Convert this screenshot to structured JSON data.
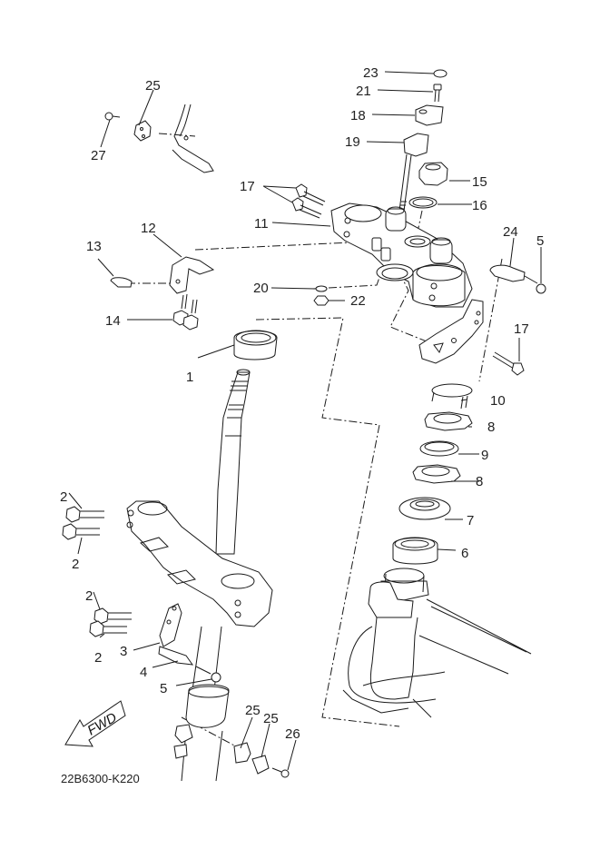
{
  "diagram": {
    "title": "Steering",
    "drawing_code": "22B6300-K220",
    "direction_arrow": "FWD",
    "callouts": [
      {
        "id": "c23",
        "number": "23",
        "part": "cap"
      },
      {
        "id": "c21",
        "number": "21",
        "part": "bolt"
      },
      {
        "id": "c18",
        "number": "18",
        "part": "handlebar-upper-holder"
      },
      {
        "id": "c19",
        "number": "19",
        "part": "handlebar-lower-holder"
      },
      {
        "id": "c15",
        "number": "15",
        "part": "steering-stem-nut"
      },
      {
        "id": "c16",
        "number": "16",
        "part": "washer"
      },
      {
        "id": "c17a",
        "number": "17",
        "part": "bolt"
      },
      {
        "id": "c11",
        "number": "11",
        "part": "upper-bracket"
      },
      {
        "id": "c24",
        "number": "24",
        "part": "clamp"
      },
      {
        "id": "c5a",
        "number": "5",
        "part": "bolt"
      },
      {
        "id": "c12",
        "number": "12",
        "part": "bracket"
      },
      {
        "id": "c13",
        "number": "13",
        "part": "clamp"
      },
      {
        "id": "c14",
        "number": "14",
        "part": "bolt"
      },
      {
        "id": "c20",
        "number": "20",
        "part": "washer"
      },
      {
        "id": "c22",
        "number": "22",
        "part": "nut"
      },
      {
        "id": "c17b",
        "number": "17",
        "part": "bolt"
      },
      {
        "id": "c1",
        "number": "1",
        "part": "bearing"
      },
      {
        "id": "c10",
        "number": "10",
        "part": "lock-washer"
      },
      {
        "id": "c8a",
        "number": "8",
        "part": "ring-nut"
      },
      {
        "id": "c9",
        "number": "9",
        "part": "rubber-washer"
      },
      {
        "id": "c8b",
        "number": "8",
        "part": "ring-nut"
      },
      {
        "id": "c7",
        "number": "7",
        "part": "bearing-cover"
      },
      {
        "id": "c6",
        "number": "6",
        "part": "bearing"
      },
      {
        "id": "c2a",
        "number": "2",
        "part": "bolt"
      },
      {
        "id": "c2b",
        "number": "2",
        "part": "bolt"
      },
      {
        "id": "c2c",
        "number": "2",
        "part": "bolt"
      },
      {
        "id": "c2d",
        "number": "2",
        "part": "bolt"
      },
      {
        "id": "c3",
        "number": "3",
        "part": "bracket"
      },
      {
        "id": "c4",
        "number": "4",
        "part": "clamp"
      },
      {
        "id": "c5b",
        "number": "5",
        "part": "bolt"
      },
      {
        "id": "c25a",
        "number": "25",
        "part": "holder"
      },
      {
        "id": "c27",
        "number": "27",
        "part": "screw"
      },
      {
        "id": "c25b",
        "number": "25",
        "part": "holder"
      },
      {
        "id": "c25c",
        "number": "25",
        "part": "holder"
      },
      {
        "id": "c26",
        "number": "26",
        "part": "bolt"
      }
    ]
  }
}
